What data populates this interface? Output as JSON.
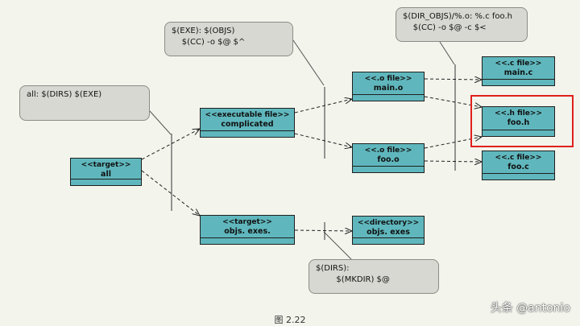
{
  "nodes": {
    "all": {
      "stereo": "<<target>>",
      "title": "all"
    },
    "complicated": {
      "stereo": "<<executable file>>",
      "title": "complicated"
    },
    "objs_exes": {
      "stereo": "<<target>>",
      "title": "objs. exes."
    },
    "main_o": {
      "stereo": "<<.o file>>",
      "title": "main.o"
    },
    "foo_o": {
      "stereo": "<<.o file>>",
      "title": "foo.o"
    },
    "main_c": {
      "stereo": "<<.c file>>",
      "title": "main.c"
    },
    "foo_h": {
      "stereo": "<<.h file>>",
      "title": "foo.h"
    },
    "foo_c": {
      "stereo": "<<.c file>>",
      "title": "foo.c"
    },
    "dirs": {
      "stereo": "<<directory>>",
      "title": "objs. exes"
    }
  },
  "notes": {
    "all_rule": "all: $(DIRS) $(EXE)",
    "exe_rule": "$(EXE): $(OBJS)\n    $(CC) -o $@ $^",
    "obj_rule": "$(DIR_OBJS)/%.o: %.c foo.h\n    $(CC) -o $@ -c $<",
    "dirs_rule": "$(DIRS):\n        $(MKDIR) $@"
  },
  "caption": "图 2.22",
  "watermark": "头条 @antonio",
  "colors": {
    "node_fill": "#5fb7bd",
    "note_fill": "#d8d8d2",
    "highlight": "#e0201c"
  }
}
